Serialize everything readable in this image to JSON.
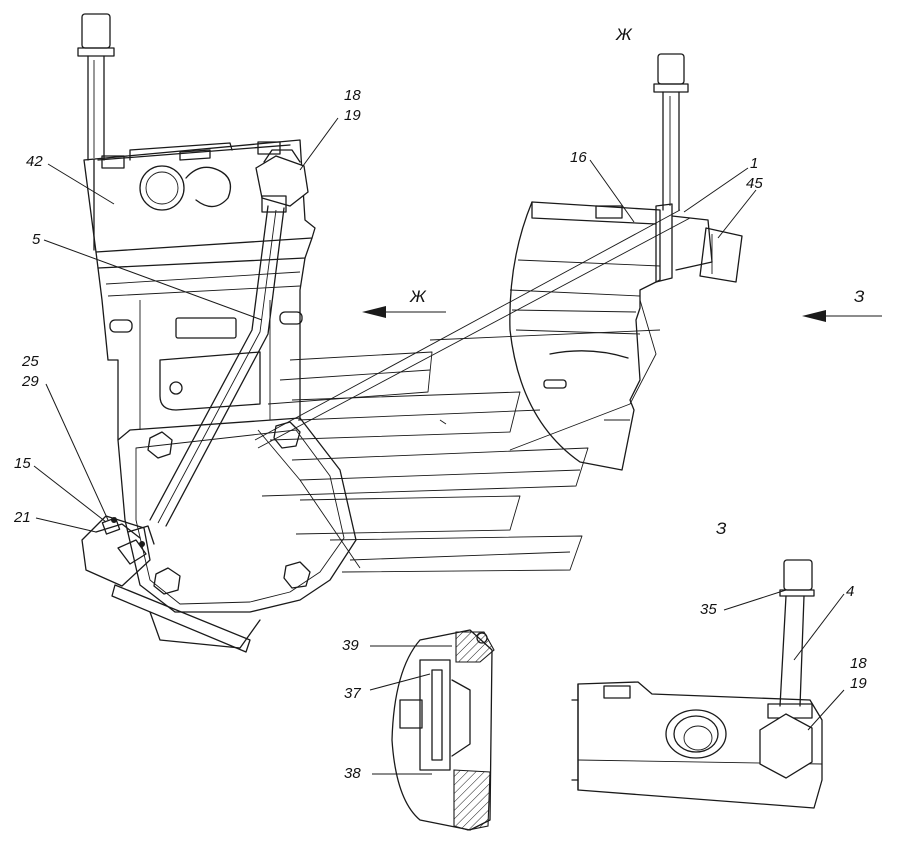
{
  "callouts": {
    "c18a": "18",
    "c19a": "19",
    "c42": "42",
    "c5": "5",
    "c25": "25",
    "c29": "29",
    "c15": "15",
    "c21": "21",
    "c16": "16",
    "c1": "1",
    "c45": "45",
    "c35": "35",
    "c4": "4",
    "c18b": "18",
    "c19b": "19",
    "c39": "39",
    "c37": "37",
    "c38": "38"
  },
  "views": {
    "zh_title": "Ж",
    "zh_arrow": "Ж",
    "z_arrow": "З",
    "z_title": "З"
  }
}
